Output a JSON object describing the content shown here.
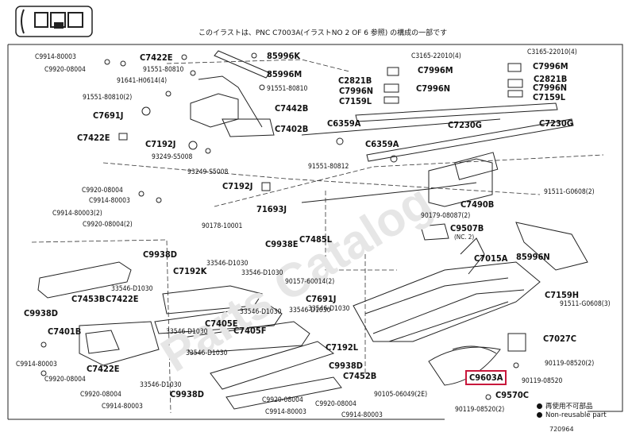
{
  "header": "このイラストは、PNC C7003A(イラストNO 2 OF 6 参照) の構成の一部です",
  "figure_id": "720964",
  "legend": [
    {
      "key": "a",
      "text": "再使用不可部品"
    },
    {
      "key": "b",
      "text": "Non-reusable part"
    }
  ],
  "highlight": "C9603A",
  "labels": [
    {
      "t": "C9914-80003",
      "s": "sm"
    },
    {
      "t": "C9920-08004",
      "s": "sm"
    },
    {
      "t": "C7422E",
      "s": "big"
    },
    {
      "t": "91551-80810",
      "s": "sm"
    },
    {
      "t": "91641-H0614(4)",
      "s": "sm"
    },
    {
      "t": "91551-80810(2)",
      "s": "sm"
    },
    {
      "t": "C7691J",
      "s": "big"
    },
    {
      "t": "C7422E",
      "s": "big"
    },
    {
      "t": "C7192J",
      "s": "big"
    },
    {
      "t": "93249-S5008",
      "s": "sm"
    },
    {
      "t": "93249-S5008",
      "s": "sm"
    },
    {
      "t": "C7192J",
      "s": "big"
    },
    {
      "t": "85996K",
      "s": "big"
    },
    {
      "t": "85996M",
      "s": "big"
    },
    {
      "t": "91551-80810",
      "s": "sm"
    },
    {
      "t": "C7442B",
      "s": "big"
    },
    {
      "t": "C7402B",
      "s": "big"
    },
    {
      "t": "C9920-08004",
      "s": "sm"
    },
    {
      "t": "C9914-80003",
      "s": "sm"
    },
    {
      "t": "C9914-80003(2)",
      "s": "sm"
    },
    {
      "t": "C9920-08004(2)",
      "s": "sm"
    },
    {
      "t": "C9938D",
      "s": "big"
    },
    {
      "t": "C7192K",
      "s": "big"
    },
    {
      "t": "33546-D1030",
      "s": "sm"
    },
    {
      "t": "33546-D1030",
      "s": "sm"
    },
    {
      "t": "33546-D1030",
      "s": "sm"
    },
    {
      "t": "C7453B",
      "s": "big"
    },
    {
      "t": "C7422E",
      "s": "big"
    },
    {
      "t": "C9938D",
      "s": "big"
    },
    {
      "t": "C7401B",
      "s": "big"
    },
    {
      "t": "C7405E",
      "s": "big"
    },
    {
      "t": "C7405F",
      "s": "big"
    },
    {
      "t": "33546-D1030",
      "s": "sm"
    },
    {
      "t": "33546-D1030",
      "s": "sm"
    },
    {
      "t": "33546-D1030",
      "s": "sm"
    },
    {
      "t": "C9914-80003",
      "s": "sm"
    },
    {
      "t": "C7422E",
      "s": "big"
    },
    {
      "t": "C9920-08004",
      "s": "sm"
    },
    {
      "t": "C9920-08004",
      "s": "sm"
    },
    {
      "t": "33546-D1030",
      "s": "sm"
    },
    {
      "t": "C9914-80003",
      "s": "sm"
    },
    {
      "t": "33546-D1030",
      "s": "sm"
    },
    {
      "t": "C9938D",
      "s": "big"
    },
    {
      "t": "C7192L",
      "s": "big"
    },
    {
      "t": "C9938D",
      "s": "big"
    },
    {
      "t": "C7452B",
      "s": "big"
    },
    {
      "t": "C9920-08004",
      "s": "sm"
    },
    {
      "t": "C9914-80003",
      "s": "sm"
    },
    {
      "t": "C9920-08004",
      "s": "sm"
    },
    {
      "t": "C9914-80003",
      "s": "sm"
    },
    {
      "t": "71693J",
      "s": "big"
    },
    {
      "t": "90178-10001",
      "s": "sm"
    },
    {
      "t": "C9938E",
      "s": "big"
    },
    {
      "t": "C7485L",
      "s": "big"
    },
    {
      "t": "91551-80812",
      "s": "sm"
    },
    {
      "t": "C7691J",
      "s": "big"
    },
    {
      "t": "33546-D1030",
      "s": "sm"
    },
    {
      "t": "90157-60014(2)",
      "s": "sm"
    },
    {
      "t": "C3165-22010(4)",
      "s": "sm"
    },
    {
      "t": "C7996M",
      "s": "big"
    },
    {
      "t": "C2821B",
      "s": "big"
    },
    {
      "t": "C7996N",
      "s": "big"
    },
    {
      "t": "C7159L",
      "s": "big"
    },
    {
      "t": "C7996N",
      "s": "big"
    },
    {
      "t": "C6359A",
      "s": "big"
    },
    {
      "t": "C6359A",
      "s": "big"
    },
    {
      "t": "C7230G",
      "s": "big"
    },
    {
      "t": "C3165-22010(4)",
      "s": "sm"
    },
    {
      "t": "C7996M",
      "s": "big"
    },
    {
      "t": "C2821B",
      "s": "big"
    },
    {
      "t": "C7996N",
      "s": "big"
    },
    {
      "t": "C7159L",
      "s": "big"
    },
    {
      "t": "C7230G",
      "s": "big"
    },
    {
      "t": "C7490B",
      "s": "big"
    },
    {
      "t": "91511-G0608(2)",
      "s": "sm"
    },
    {
      "t": "90179-08087(2)",
      "s": "sm"
    },
    {
      "t": "C9507B",
      "s": "big"
    },
    {
      "t": "(NC. 2)",
      "s": "sm"
    },
    {
      "t": "C7015A",
      "s": "big"
    },
    {
      "t": "85996N",
      "s": "big"
    },
    {
      "t": "C7159H",
      "s": "big"
    },
    {
      "t": "91511-G0608(3)",
      "s": "sm"
    },
    {
      "t": "C7027C",
      "s": "big"
    },
    {
      "t": "90119-08520(2)",
      "s": "sm"
    },
    {
      "t": "90119-08520",
      "s": "sm"
    },
    {
      "t": "90105-06049(2E)",
      "s": "sm"
    },
    {
      "t": "C9570C",
      "s": "big"
    },
    {
      "t": "90119-08520(2)",
      "s": "sm"
    }
  ]
}
